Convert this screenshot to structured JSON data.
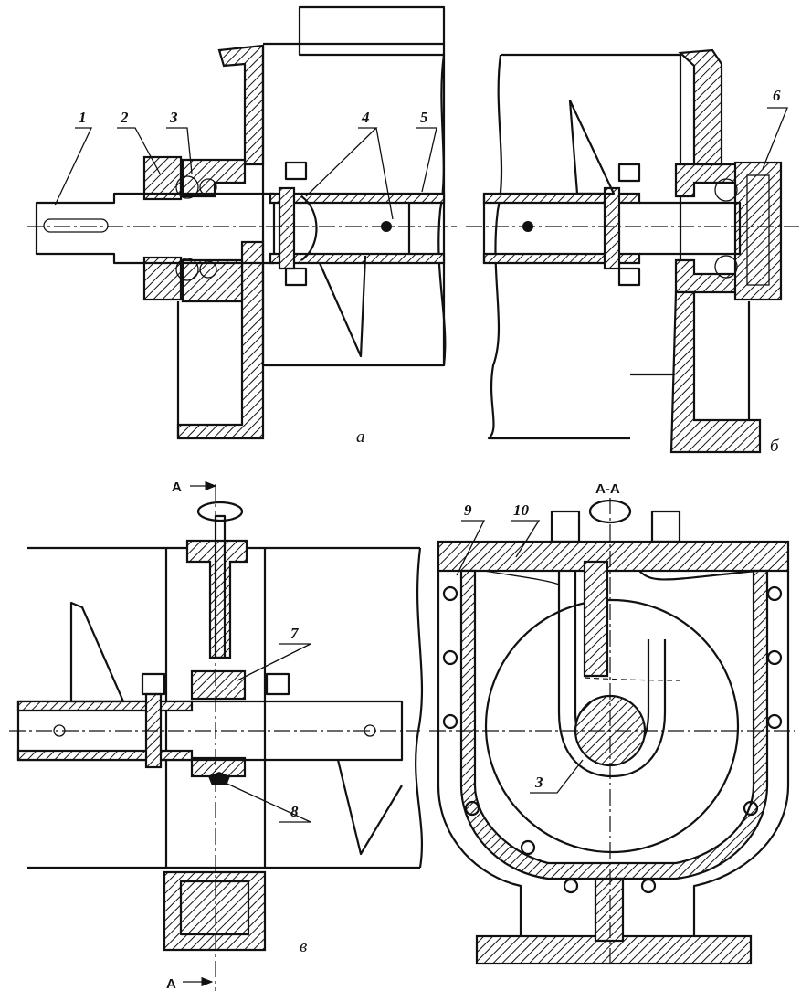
{
  "panels": {
    "a": "а",
    "b": "б",
    "v": "в"
  },
  "part_labels": [
    "1",
    "2",
    "3",
    "4",
    "5",
    "6",
    "7",
    "8",
    "9",
    "10",
    "3"
  ],
  "section": {
    "mark_top": "А",
    "mark_bottom": "А",
    "title": "А-А"
  }
}
